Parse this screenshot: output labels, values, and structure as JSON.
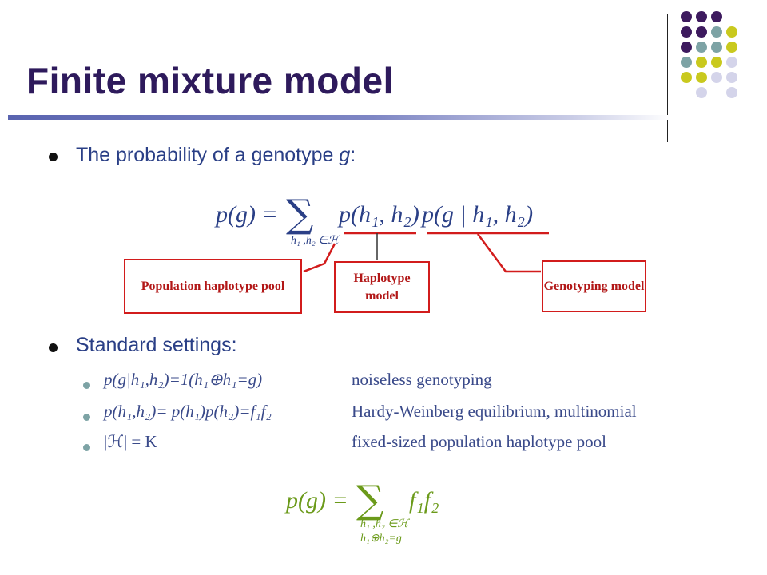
{
  "slide": {
    "title": "Finite mixture model",
    "bullet1": {
      "text": "The probability of a genotype ",
      "var": "g",
      "colon": ":"
    },
    "equation1": {
      "lhs": "p(g) =",
      "sum_symbol": "∑",
      "sum_sub": "h₁ ,h₂ ∈ℋ",
      "term1": "p(h₁, h₂)",
      "term2": "p(g | h₁, h₂)"
    },
    "boxes": {
      "pool": "Population haplotype pool",
      "haplotype": "Haplotype model",
      "genotyping": "Genotyping model"
    },
    "bullet2": "Standard settings:",
    "settings": [
      {
        "formula": "p(g|h₁,h₂)=1(h₁⊕h₁=g)",
        "description": "noiseless genotyping"
      },
      {
        "formula": "p(h₁,h₂)= p(h₁)p(h₂)=f₁f₂",
        "description": "Hardy-Weinberg equilibrium, multinomial"
      },
      {
        "formula": "|ℋ| = K",
        "description": "fixed-sized population haplotype pool"
      }
    ],
    "equation2": {
      "lhs": "p(g) =",
      "sum_symbol": "∑",
      "sum_sub1": "h₁ ,h₂ ∈ℋ",
      "sum_sub2": "h₁⊕h₂=g",
      "term": "f₁f₂"
    },
    "colors": {
      "title": "#2e1a5c",
      "text": "#2a3f86",
      "box": "#d21c1c",
      "equation2": "#6b9a1a",
      "dot_purple": "#3d1a5e",
      "dot_teal": "#7da3a5",
      "dot_yellow": "#c9c91e",
      "dot_lavender": "#d4d4ea"
    }
  }
}
